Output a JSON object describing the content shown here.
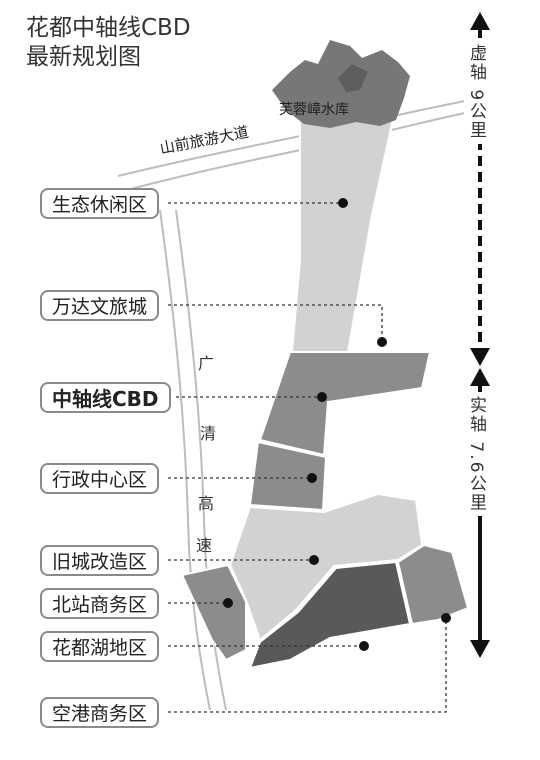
{
  "title": {
    "line1": "花都中轴线CBD",
    "line2": "最新规划图"
  },
  "reservoir_label": "芙蓉嶂水库",
  "road_label": "山前旅游大道",
  "highway_chars": [
    "广",
    "清",
    "高",
    "速"
  ],
  "axis_virtual": {
    "label": "虚轴 9公里"
  },
  "axis_real": {
    "label": "实轴 7.6公里"
  },
  "zones": [
    {
      "id": "eco",
      "label": "生态休闲区",
      "bold": false
    },
    {
      "id": "wanda",
      "label": "万达文旅城",
      "bold": false
    },
    {
      "id": "cbd",
      "label": "中轴线CBD",
      "bold": true
    },
    {
      "id": "admin",
      "label": "行政中心区",
      "bold": false
    },
    {
      "id": "oldtown",
      "label": "旧城改造区",
      "bold": false
    },
    {
      "id": "northstation",
      "label": "北站商务区",
      "bold": false
    },
    {
      "id": "lake",
      "label": "花都湖地区",
      "bold": false
    },
    {
      "id": "airport",
      "label": "空港商务区",
      "bold": false
    }
  ],
  "colors": {
    "light_zone": "#d2d2d2",
    "mid_zone": "#8c8c8c",
    "dark_zone": "#595959",
    "reservoir": "#777777",
    "leader": "#333333",
    "box_border": "#8a8a8a"
  }
}
